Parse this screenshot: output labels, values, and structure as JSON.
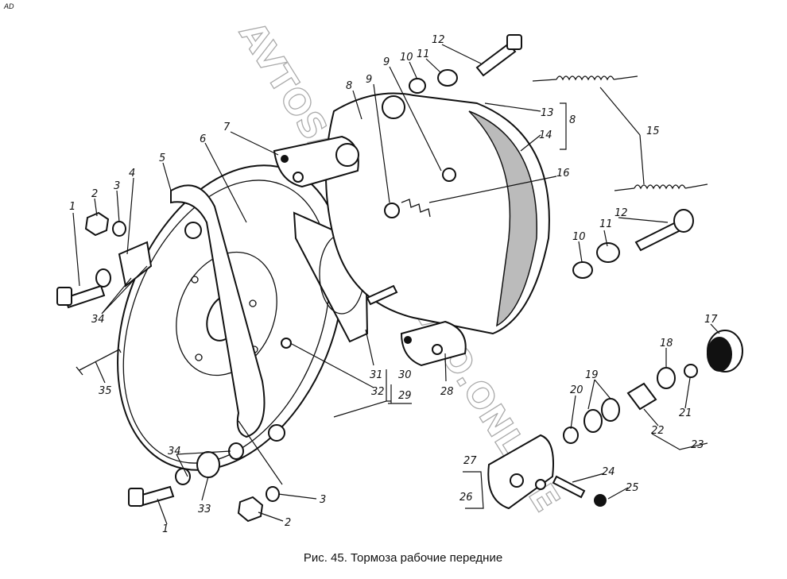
{
  "figure": {
    "caption": "Рис. 45. Тормоза рабочие передние",
    "corner_mark": "AD",
    "watermark": "AVTOSAZAZKA-AVTO.ONLINE"
  },
  "labels": [
    "1",
    "2",
    "3",
    "4",
    "5",
    "6",
    "7",
    "8",
    "9",
    "9",
    "10",
    "11",
    "12",
    "13",
    "14",
    "8",
    "15",
    "16",
    "12",
    "11",
    "10",
    "17",
    "18",
    "19",
    "20",
    "21",
    "22",
    "23",
    "24",
    "25",
    "26",
    "27",
    "28",
    "29",
    "30",
    "31",
    "32",
    "33",
    "34",
    "34",
    "35",
    "3",
    "2",
    "1"
  ]
}
